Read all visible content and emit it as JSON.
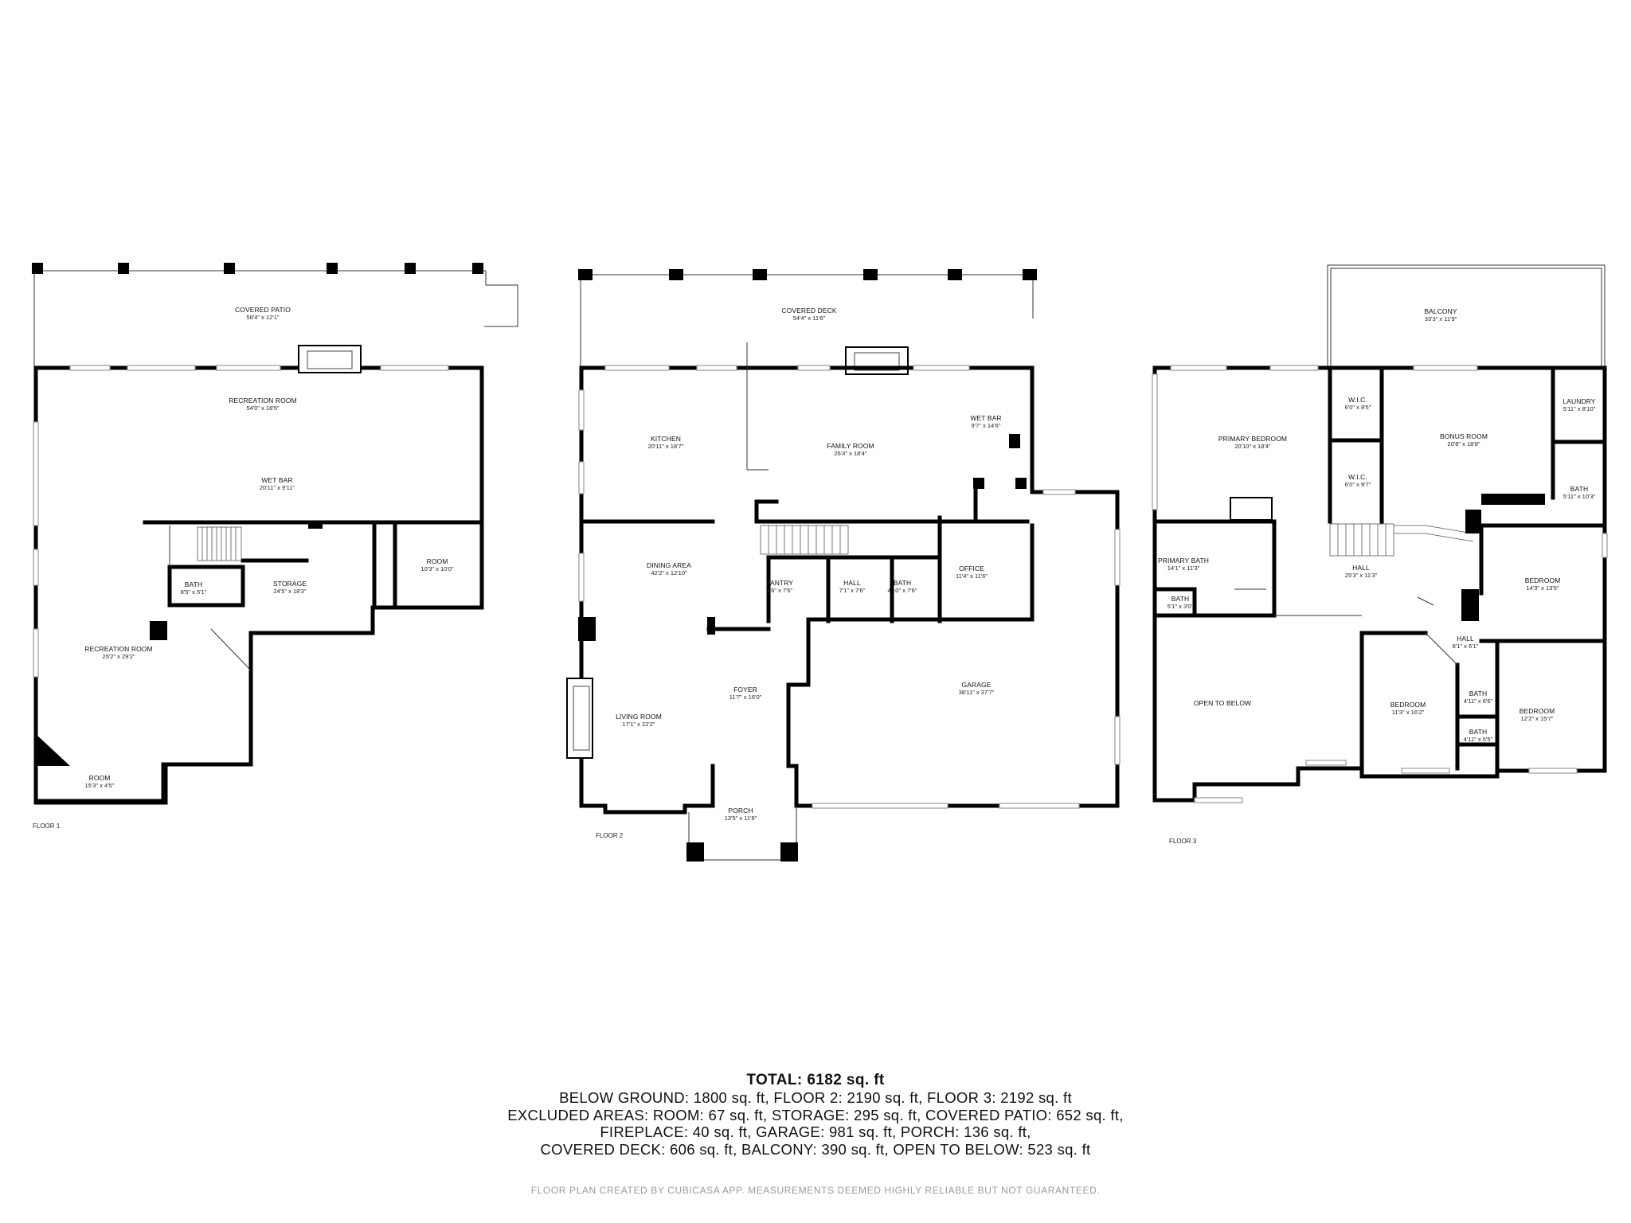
{
  "floors": [
    {
      "label": "FLOOR 1",
      "rooms": [
        {
          "name": "COVERED PATIO",
          "dims": "58'4\" x 12'1\""
        },
        {
          "name": "RECREATION ROOM",
          "dims": "54'0\" x 18'5\""
        },
        {
          "name": "WET BAR",
          "dims": "20'11\" x 9'11\""
        },
        {
          "name": "BATH",
          "dims": "8'5\" x 5'1\""
        },
        {
          "name": "STORAGE",
          "dims": "24'5\" x 18'3\""
        },
        {
          "name": "ROOM",
          "dims": "10'3\" x 10'0\""
        },
        {
          "name": "RECREATION ROOM",
          "dims": "25'2\" x 29'2\""
        },
        {
          "name": "ROOM",
          "dims": "15'3\" x 4'5\""
        }
      ]
    },
    {
      "label": "FLOOR 2",
      "rooms": [
        {
          "name": "COVERED DECK",
          "dims": "54'4\" x 11'6\""
        },
        {
          "name": "KITCHEN",
          "dims": "20'11\" x 18'7\""
        },
        {
          "name": "FAMILY ROOM",
          "dims": "26'4\" x 18'4\""
        },
        {
          "name": "WET BAR",
          "dims": "9'7\" x 14'6\""
        },
        {
          "name": "DINING AREA",
          "dims": "42'2\" x 12'10\""
        },
        {
          "name": "PANTRY",
          "dims": "4'6\" x 7'6\""
        },
        {
          "name": "HALL",
          "dims": "7'1\" x 7'6\""
        },
        {
          "name": "BATH",
          "dims": "4'10\" x 7'6\""
        },
        {
          "name": "OFFICE",
          "dims": "11'4\" x 11'6\""
        },
        {
          "name": "GARAGE",
          "dims": "38'11\" x 37'7\""
        },
        {
          "name": "FOYER",
          "dims": "11'7\" x 16'0\""
        },
        {
          "name": "LIVING ROOM",
          "dims": "17'1\" x 22'2\""
        },
        {
          "name": "PORCH",
          "dims": "13'5\" x 11'8\""
        }
      ]
    },
    {
      "label": "FLOOR 3",
      "rooms": [
        {
          "name": "BALCONY",
          "dims": "33'3\" x 11'9\""
        },
        {
          "name": "PRIMARY BEDROOM",
          "dims": "20'10\" x 18'4\""
        },
        {
          "name": "W.I.C.",
          "dims": "6'0\" x 8'5\""
        },
        {
          "name": "W.I.C.",
          "dims": "6'0\" x 9'7\""
        },
        {
          "name": "BONUS ROOM",
          "dims": "20'8\" x 18'8\""
        },
        {
          "name": "LAUNDRY",
          "dims": "5'11\" x 8'10\""
        },
        {
          "name": "BATH",
          "dims": "5'11\" x 10'3\""
        },
        {
          "name": "PRIMARY BATH",
          "dims": "14'1\" x 11'3\""
        },
        {
          "name": "HALL",
          "dims": "25'3\" x 11'3\""
        },
        {
          "name": "BEDROOM",
          "dims": "14'3\" x 13'5\""
        },
        {
          "name": "BATH",
          "dims": "5'1\" x 3'0\""
        },
        {
          "name": "HALL",
          "dims": "8'1\" x 6'1\""
        },
        {
          "name": "OPEN TO BELOW",
          "dims": ""
        },
        {
          "name": "BEDROOM",
          "dims": "11'3\" x 16'2\""
        },
        {
          "name": "BATH",
          "dims": "4'11\" x 6'6\""
        },
        {
          "name": "BATH",
          "dims": "4'11\" x 5'5\""
        },
        {
          "name": "BEDROOM",
          "dims": "12'2\" x 15'7\""
        }
      ]
    }
  ],
  "summary": {
    "total": "TOTAL: 6182 sq. ft",
    "lines": [
      "BELOW GROUND: 1800 sq. ft, FLOOR 2: 2190 sq. ft, FLOOR 3: 2192 sq. ft",
      "EXCLUDED AREAS: ROOM: 67 sq. ft, STORAGE: 295 sq. ft, COVERED PATIO: 652 sq. ft,",
      "FIREPLACE: 40 sq. ft, GARAGE: 981 sq. ft, PORCH: 136 sq. ft,",
      "COVERED DECK: 606 sq. ft, BALCONY: 390 sq. ft, OPEN TO BELOW: 523 sq. ft"
    ]
  },
  "footer": "FLOOR PLAN CREATED BY CUBICASA APP. MEASUREMENTS DEEMED HIGHLY RELIABLE BUT NOT GUARANTEED."
}
